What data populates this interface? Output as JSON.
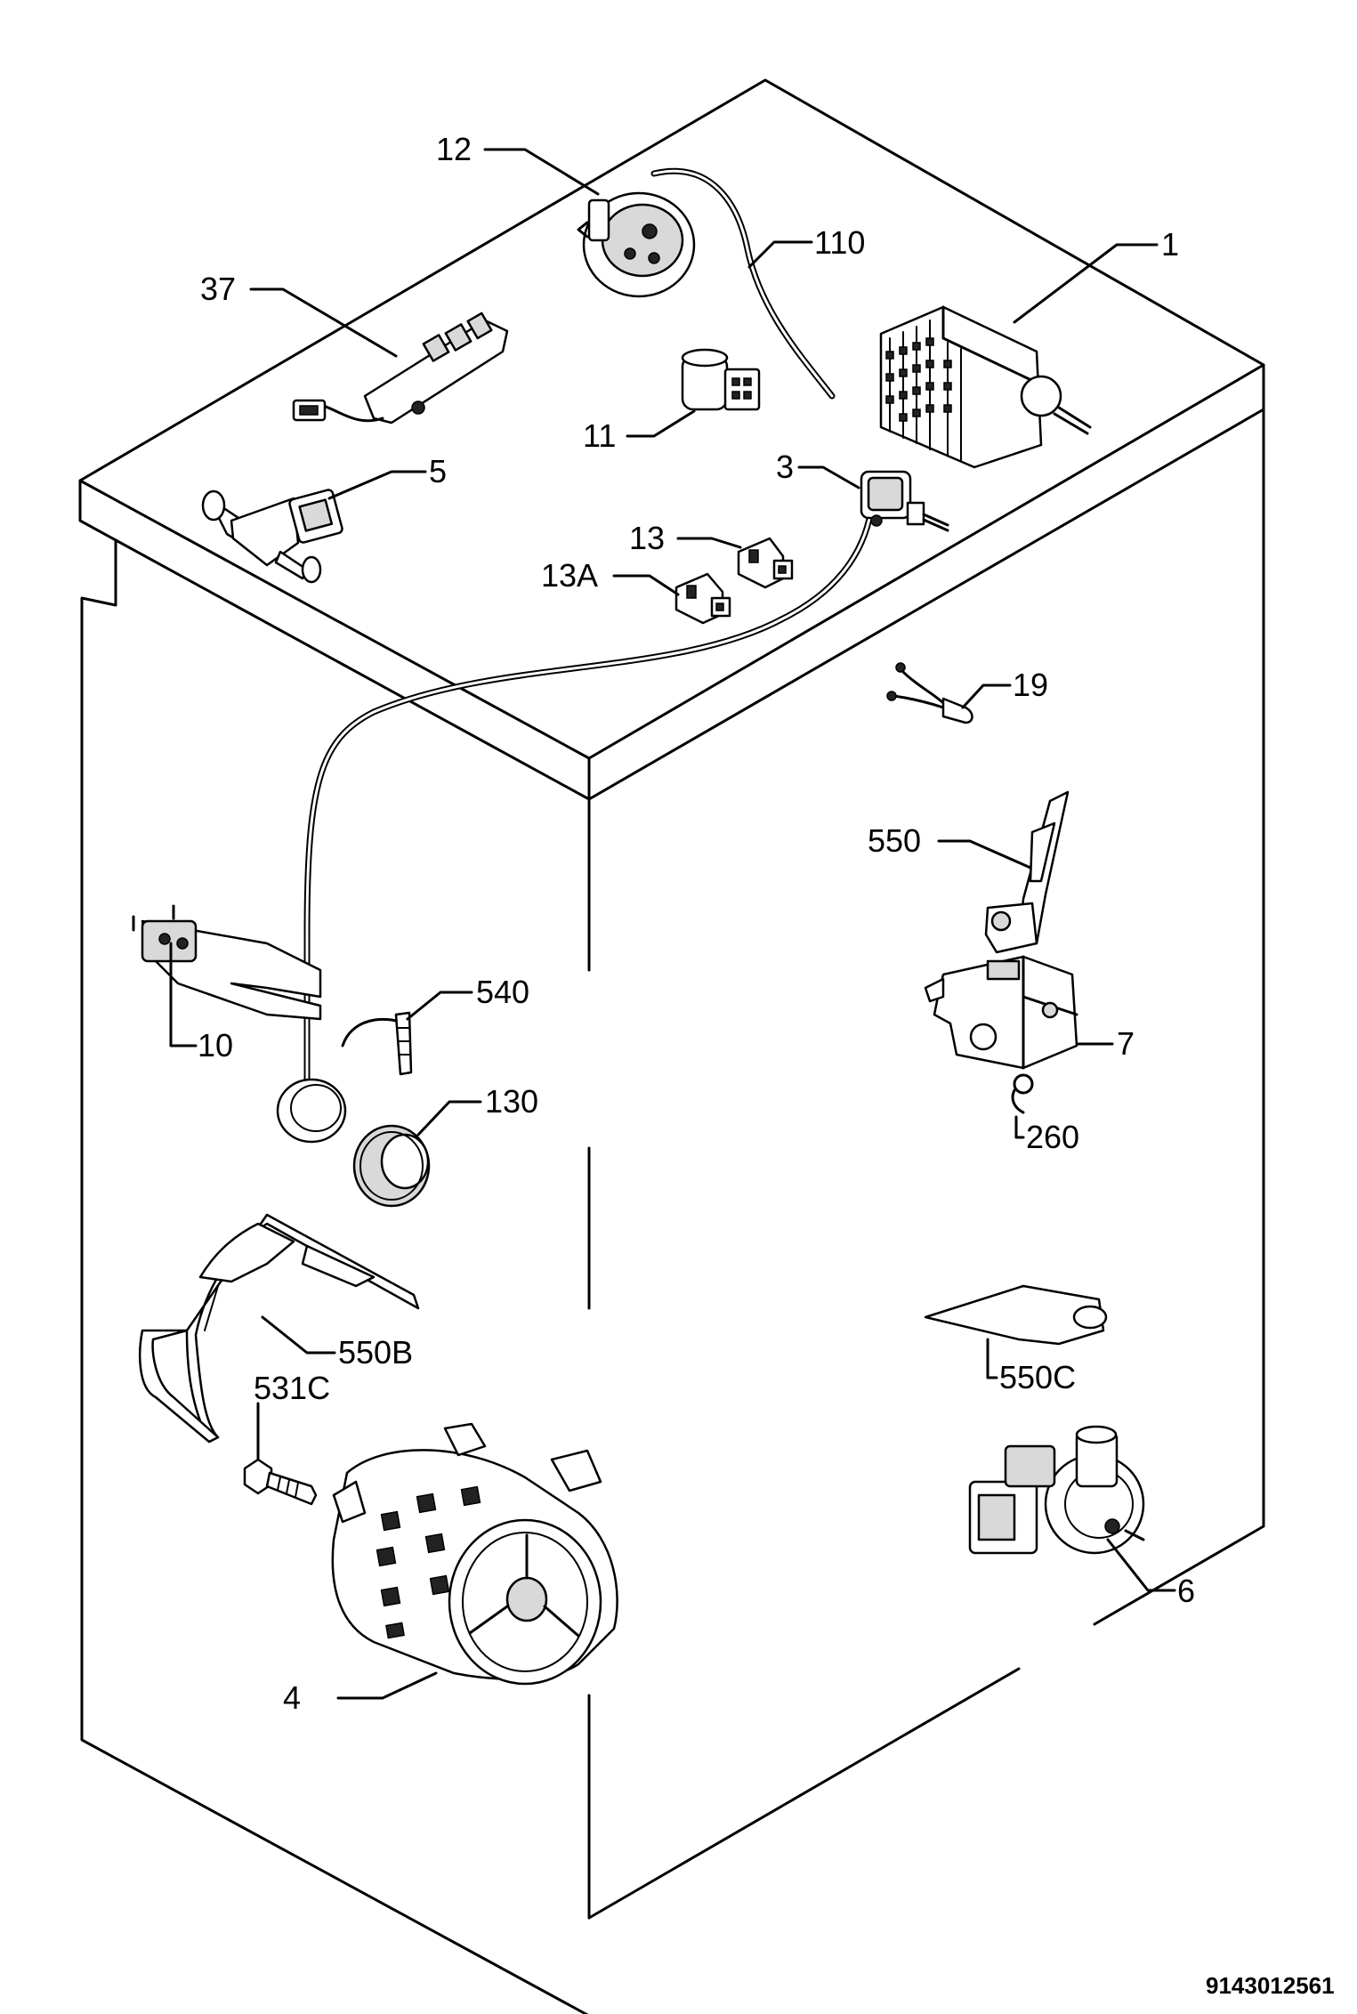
{
  "document_number": "9143012561",
  "labels": {
    "p1": "1",
    "p3": "3",
    "p4": "4",
    "p5": "5",
    "p6": "6",
    "p7": "7",
    "p10": "10",
    "p11": "11",
    "p12": "12",
    "p13": "13",
    "p13a": "13A",
    "p19": "19",
    "p37": "37",
    "p110": "110",
    "p130": "130",
    "p260": "260",
    "p531c": "531C",
    "p540": "540",
    "p550": "550",
    "p550b": "550B",
    "p550c": "550C"
  }
}
